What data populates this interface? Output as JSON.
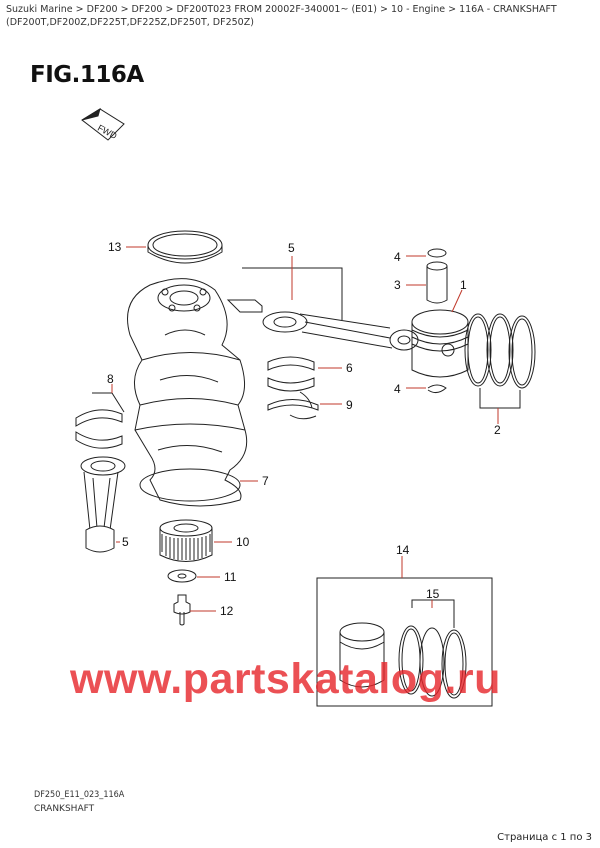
{
  "breadcrumb": "Suzuki Marine > DF200 > DF200 > DF200T023 FROM 20002F-340001~ (E01) > 10 - Engine > 116A - CRANKSHAFT (DF200T,DF200Z,DF225T,DF225Z,DF250T, DF250Z)",
  "figure_title": "FIG.116A",
  "fwd_label": "FWD",
  "callouts": [
    "1",
    "2",
    "3",
    "4",
    "4",
    "5",
    "5",
    "6",
    "7",
    "8",
    "9",
    "10",
    "11",
    "12",
    "13",
    "14",
    "15"
  ],
  "drawing_code": "DF250_E11_023_116A",
  "drawing_name": "CRANKSHAFT",
  "watermark": "www.partskatalog.ru",
  "pagination": "Страница с 1 по 3",
  "colors": {
    "callout_line": "#c0392b",
    "watermark": "#e7252a"
  }
}
